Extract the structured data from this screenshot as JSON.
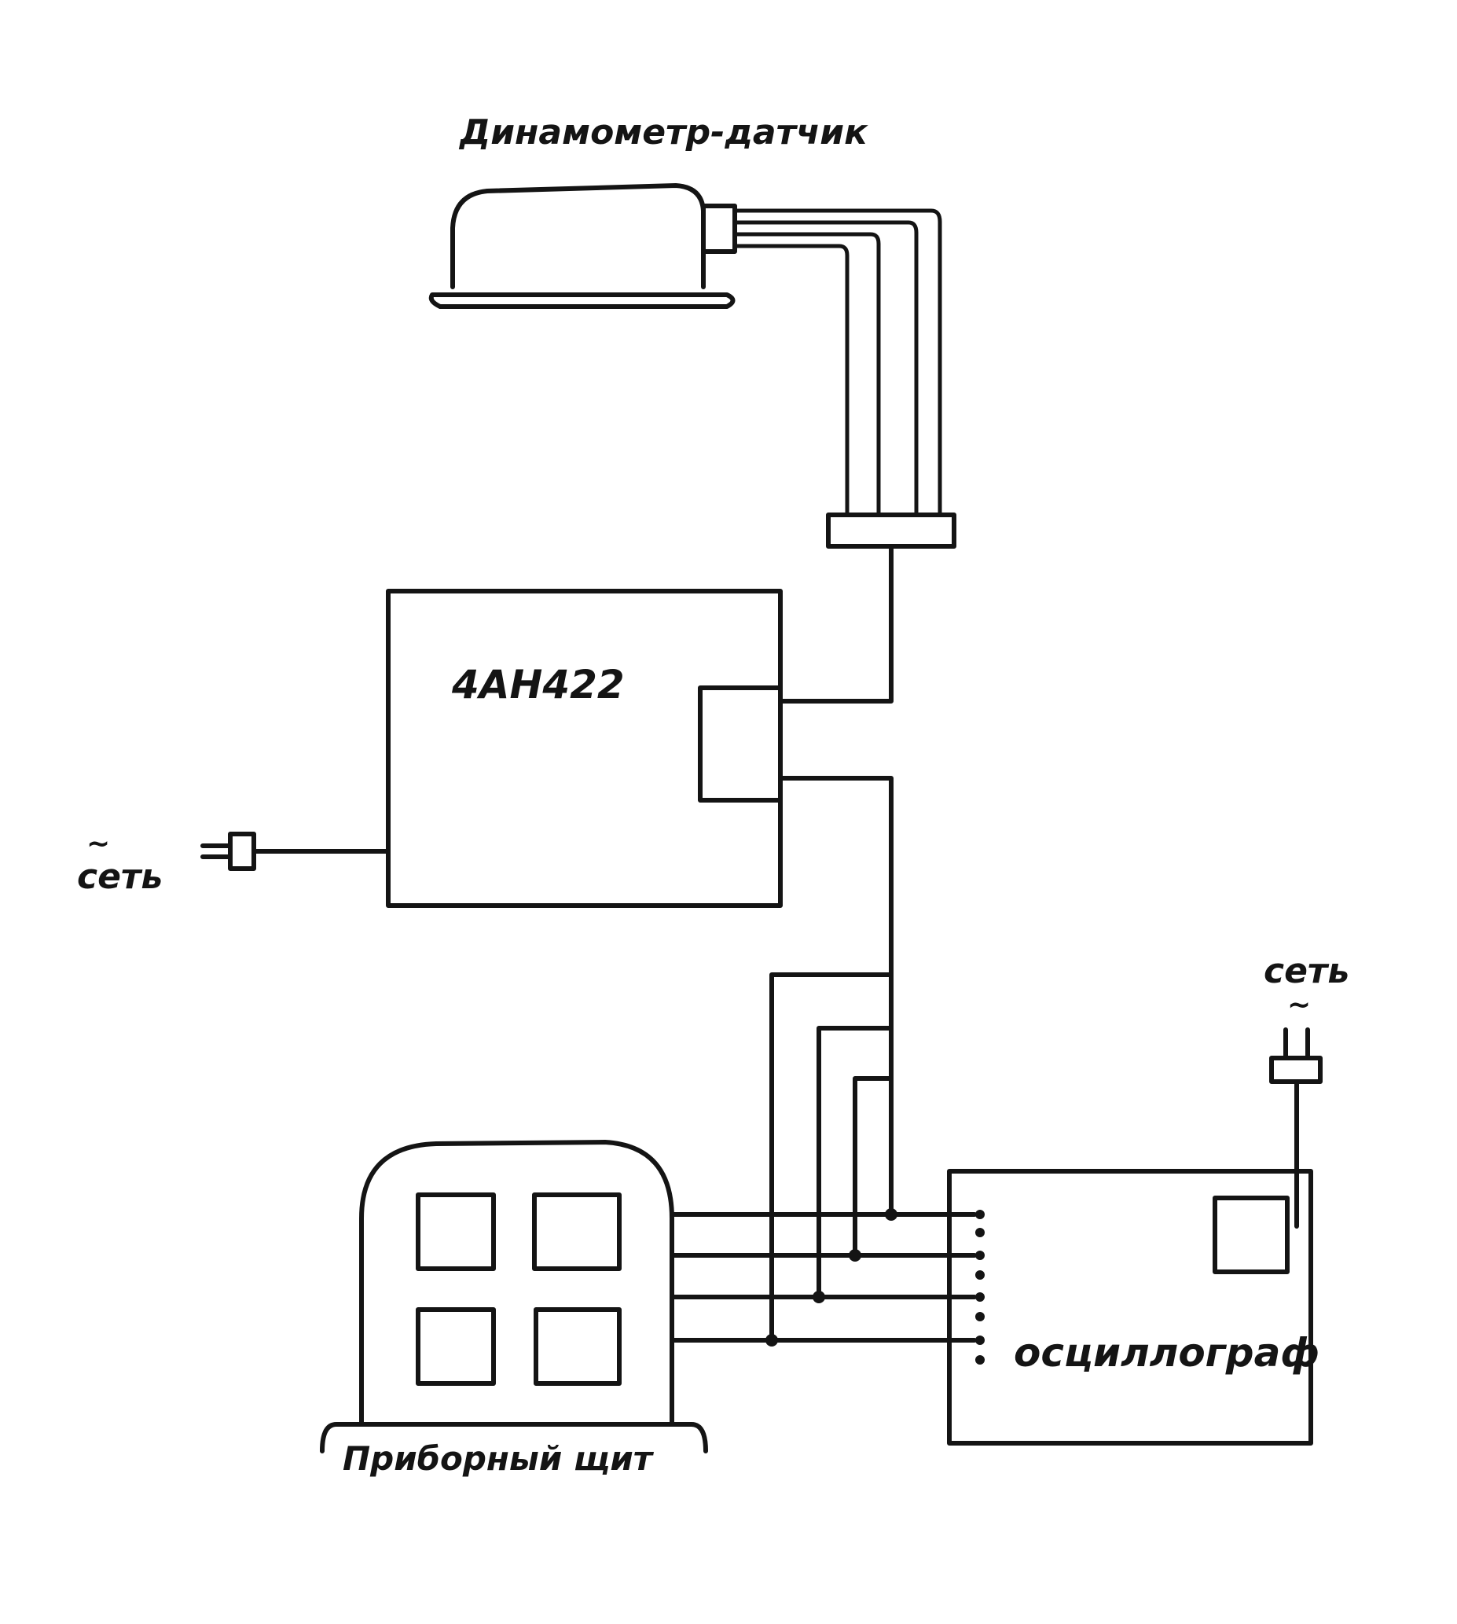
{
  "diagram": {
    "labels": {
      "dynamometer": "Динамометр-датчик",
      "amplifier": "4АН422",
      "mains_left": "сеть",
      "mains_right": "сеть",
      "mains_symbol": "~",
      "oscillograph": "осциллограф",
      "panel": "Приборный щит"
    },
    "stroke_color": "#141414",
    "background_color": "#ffffff"
  }
}
